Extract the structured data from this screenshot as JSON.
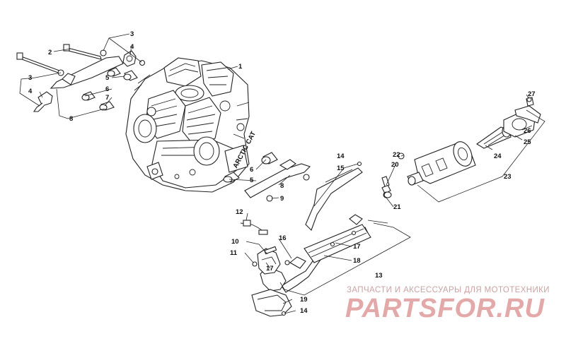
{
  "callouts": {
    "c1": "1",
    "c2": "2",
    "c3a": "3",
    "c3b": "3",
    "c4a": "4",
    "c4b": "4",
    "c5a": "5",
    "c5b": "5",
    "c6a": "6",
    "c6b": "6",
    "c7": "7",
    "c8a": "8",
    "c8b": "8",
    "c9": "9",
    "c10": "10",
    "c11": "11",
    "c12": "12",
    "c13": "13",
    "c14a": "14",
    "c14b": "14",
    "c15": "15",
    "c16": "16",
    "c17a": "17",
    "c17b": "17",
    "c18": "18",
    "c19": "19",
    "c20": "20",
    "c21": "21",
    "c22": "22",
    "c23": "23",
    "c24": "24",
    "c25": "25",
    "c26": "26",
    "c27": "27"
  },
  "engine_label": "ARCTIC CAT",
  "watermark": {
    "subtitle": "ЗАПЧАСТИ И АКСЕССУАРЫ ДЛЯ МОТОТЕХНИКИ",
    "brand": "PARTSFOR.RU"
  },
  "colors": {
    "line": "#222222",
    "watermark": "#e3a9a9"
  }
}
